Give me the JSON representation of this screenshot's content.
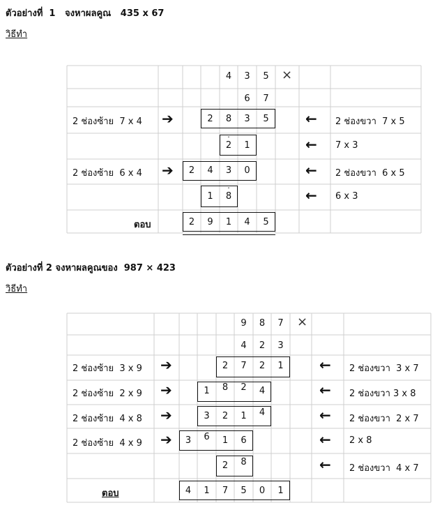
{
  "ex1": {
    "title": "ตัวอย่างที่  1   จงหาผลคูณ   435 x 67",
    "method": "วิธีทำ",
    "multiplicand": [
      "4",
      "3",
      "5"
    ],
    "multiplier": [
      "6",
      "7"
    ],
    "cross": "×",
    "rows": [
      {
        "left": "2 ช่องซ้าย  7 x 4",
        "right": "2 ช่องขวา  7 x 5",
        "digits": [
          "2",
          "8",
          "3",
          "5"
        ],
        "dots": []
      },
      {
        "left": "",
        "right": "7 x 3",
        "digits": [
          "2",
          "1"
        ],
        "dots": [
          "·",
          ""
        ]
      },
      {
        "left": "2 ช่องซ้าย  6 x 4",
        "right": "2 ช่องขวา  6 x 5",
        "digits": [
          "2",
          "4",
          "3",
          "0"
        ],
        "dots": []
      },
      {
        "left": "",
        "right": "6 x 3",
        "digits": [
          "1",
          "8"
        ],
        "dots": [
          "",
          "·"
        ]
      }
    ],
    "answer_label": "ตอบ",
    "answer": [
      "2",
      "9",
      "1",
      "4",
      "5"
    ]
  },
  "ex2": {
    "title": "ตัวอย่างที่ 2 จงหาผลคูณของ  987 × 423",
    "method": "วิธีทำ",
    "multiplicand": [
      "9",
      "8",
      "7"
    ],
    "multiplier": [
      "4",
      "2",
      "3"
    ],
    "cross": "×",
    "rows": [
      {
        "left": "2 ช่องซ้าย  3 x 9",
        "right": "2 ช่องขวา  3 x 7",
        "digits": [
          "2",
          "7",
          "2",
          "1"
        ]
      },
      {
        "left": "2 ช่องซ้าย  2 x 9",
        "right": "2 ช่องขวา 3 x 8",
        "digits": [
          "1",
          "8",
          "2",
          "4"
        ]
      },
      {
        "left": "2 ช่องซ้าย  4 x 8",
        "right": "2 ช่องขวา  2 x 7",
        "digits": [
          "3",
          "2",
          "1",
          "4"
        ]
      },
      {
        "left": "2 ช่องซ้าย  4 x 9",
        "right": "2 x 8",
        "digits": [
          "3",
          "6",
          "1",
          "6"
        ]
      },
      {
        "left": "",
        "right": "2 ช่องขวา  4 x 7",
        "digits": [
          "2",
          "8"
        ]
      }
    ],
    "answer_label": "ตอบ",
    "answer": [
      "4",
      "1",
      "7",
      "5",
      "0",
      "1"
    ]
  },
  "arrows": {
    "right": "➔",
    "left": "←"
  }
}
